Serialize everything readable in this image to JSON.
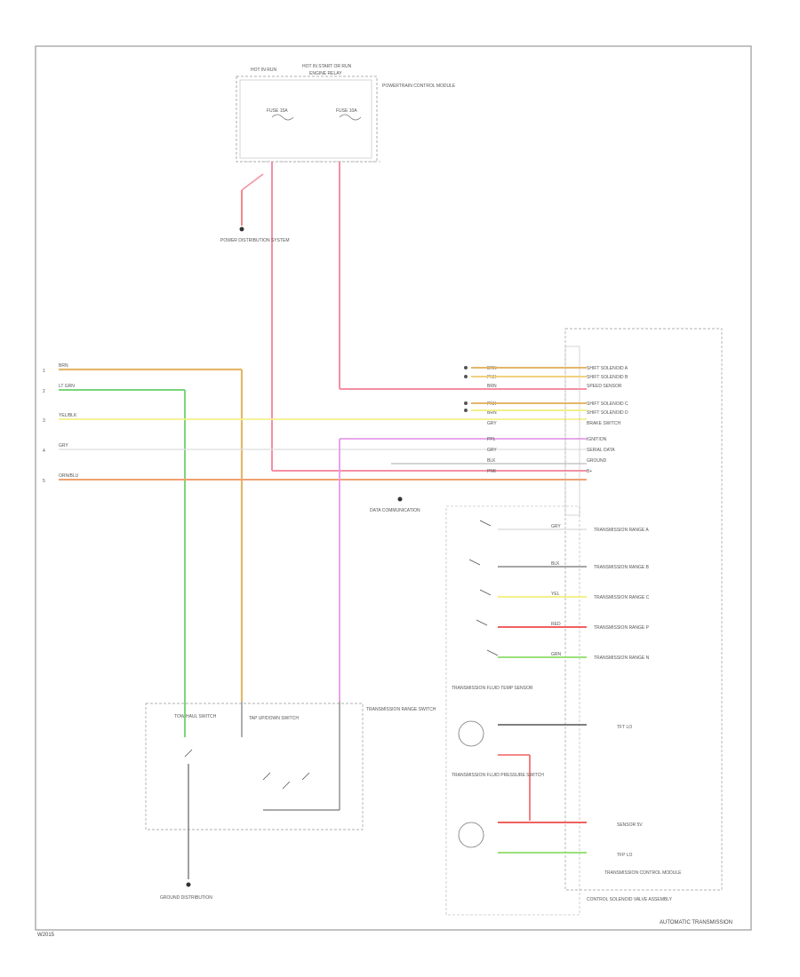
{
  "footer": {
    "left_code": "W2015",
    "right_title": "AUTOMATIC TRANSMISSION"
  },
  "colors": {
    "pink": "#f7a0b0",
    "orange": "#e0b060",
    "green": "#7ad67a",
    "yellow": "#f2f08a",
    "magenta": "#e59ae8",
    "red": "#f06060",
    "brown": "#a08060",
    "gray": "#a0a0a0",
    "black": "#444444"
  },
  "modules": {
    "top_box": {
      "header_left": "HOT IN RUN",
      "header_right": "HOT IN START OR RUN",
      "header_sub": "ENGINE RELAY",
      "side_label": "POWERTRAIN CONTROL MODULE",
      "left_fuse": "FUSE 15A",
      "right_fuse": "FUSE 10A"
    },
    "tcm_box": {
      "label": "TRANSMISSION CONTROL MODULE",
      "sub_label": "CONTROL SOLENOID VALVE ASSEMBLY"
    },
    "selector_box": {
      "label": "TRANSMISSION RANGE SWITCH",
      "left_switch": "TOW/HAUL SWITCH",
      "right_switch": "TAP UP/DOWN SWITCH"
    }
  },
  "grounds": {
    "top_ground": "POWER DISTRIBUTION SYSTEM",
    "mid_ground": "DATA COMMUNICATION",
    "bottom_ground": "GROUND DISTRIBUTION"
  },
  "left_wires": [
    {
      "num": "1",
      "label": "BRN"
    },
    {
      "num": "2",
      "label": "LT GRN"
    },
    {
      "num": "3",
      "label": "YEL/BLK"
    },
    {
      "num": "4",
      "label": "GRY"
    },
    {
      "num": "5",
      "label": "ORN/BLU"
    }
  ],
  "tcm_pins": [
    {
      "wire": "BRN",
      "label": "SHIFT SOLENOID A"
    },
    {
      "wire": "PNK",
      "label": "SHIFT SOLENOID B"
    },
    {
      "wire": "BRN",
      "label": "SPEED SENSOR"
    },
    {
      "wire": "PNK",
      "label": "SHIFT SOLENOID C"
    },
    {
      "wire": "BRN",
      "label": "SHIFT SOLENOID D"
    },
    {
      "wire": "GRY",
      "label": "BRAKE SWITCH"
    },
    {
      "wire": "PPL",
      "label": "IGNITION"
    },
    {
      "wire": "GRY",
      "label": "SERIAL DATA"
    },
    {
      "wire": "BLK",
      "label": "GROUND"
    },
    {
      "wire": "PNK",
      "label": "B+"
    }
  ],
  "switch_rows": [
    {
      "wire": "GRY",
      "label": "TRANSMISSION RANGE A"
    },
    {
      "wire": "BLK",
      "label": "TRANSMISSION RANGE B"
    },
    {
      "wire": "YEL",
      "label": "TRANSMISSION RANGE C"
    },
    {
      "wire": "RED",
      "label": "TRANSMISSION RANGE P"
    },
    {
      "wire": "GRN",
      "label": "TRANSMISSION RANGE N"
    }
  ],
  "sensors": {
    "upper": {
      "label": "TRANSMISSION FLUID TEMP SENSOR",
      "pin_label": "TFT LO"
    },
    "lower": {
      "label": "TRANSMISSION FLUID PRESSURE SWITCH",
      "pin_top": "SENSOR 5V",
      "pin_bottom": "TFP LO"
    }
  }
}
